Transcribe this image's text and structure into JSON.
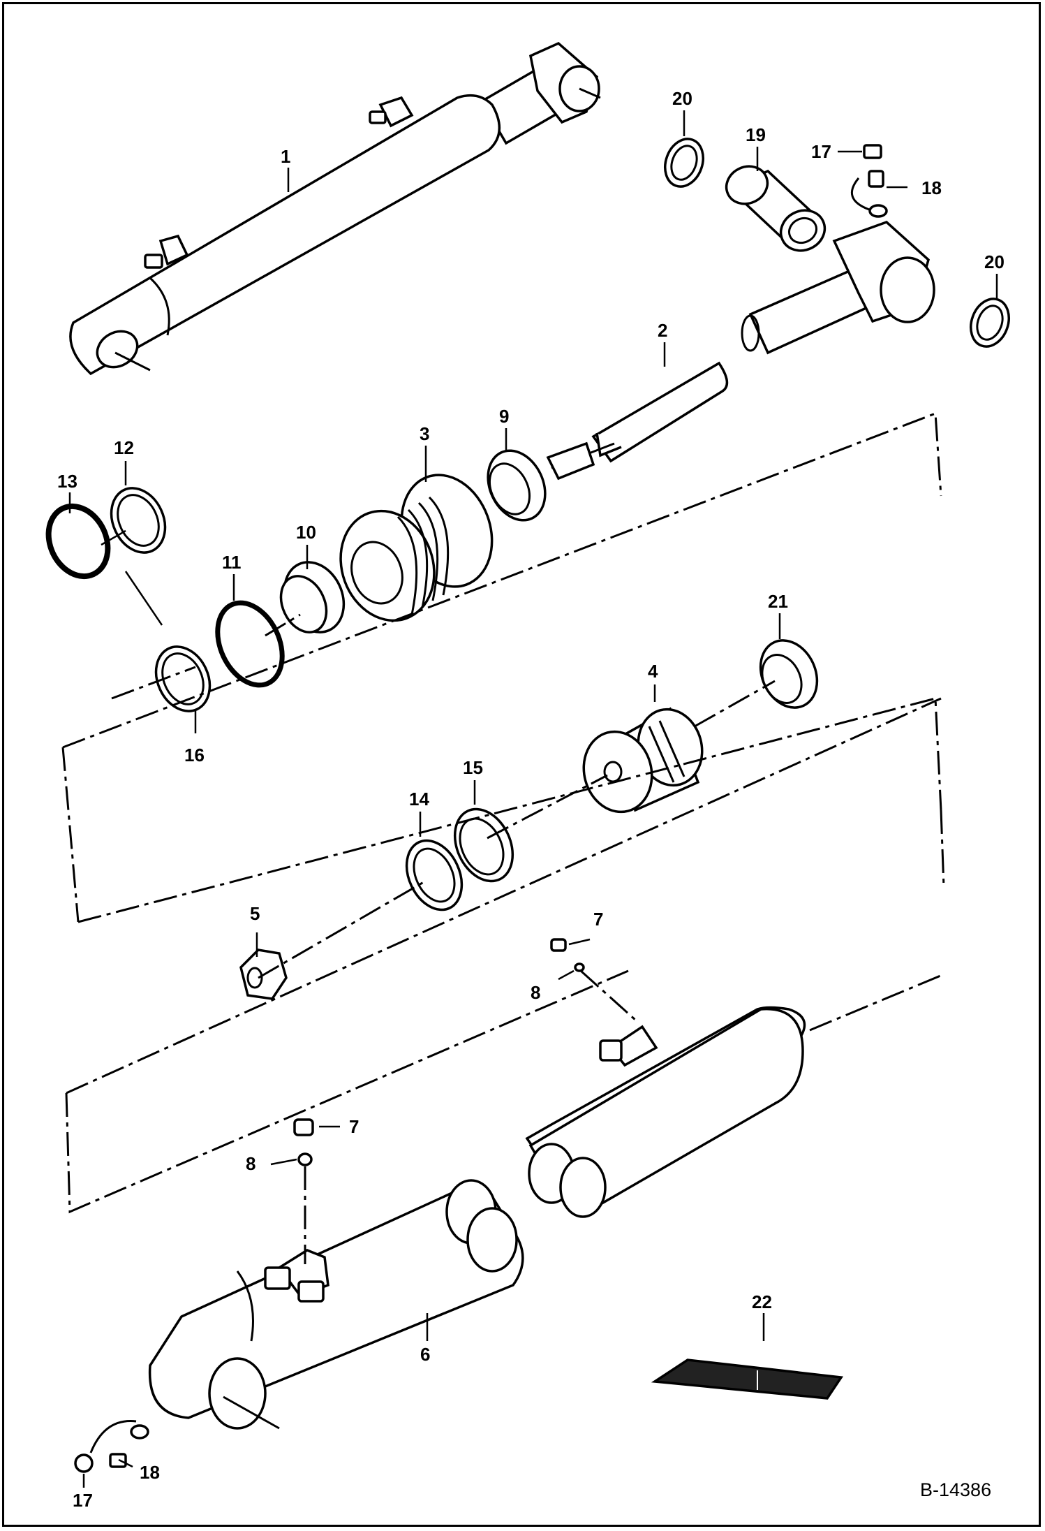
{
  "figure_id": "B-14386",
  "callouts": {
    "c1": "1",
    "c2": "2",
    "c3": "3",
    "c4": "4",
    "c5": "5",
    "c6": "6",
    "c7a": "7",
    "c7b": "7",
    "c8a": "8",
    "c8b": "8",
    "c9": "9",
    "c10": "10",
    "c11": "11",
    "c12": "12",
    "c13": "13",
    "c14": "14",
    "c15": "15",
    "c16": "16",
    "c17a": "17",
    "c17b": "17",
    "c18a": "18",
    "c18b": "18",
    "c19": "19",
    "c20a": "20",
    "c20b": "20",
    "c21": "21",
    "c22": "22"
  }
}
